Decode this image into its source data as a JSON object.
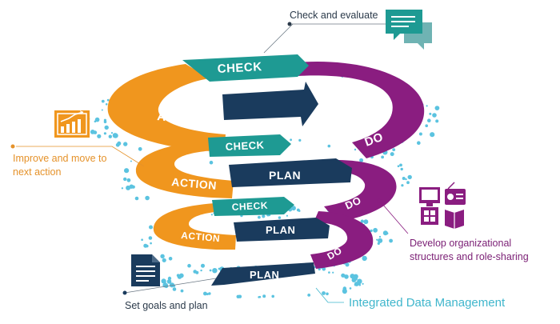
{
  "band_labels": {
    "check": "CHECK",
    "do": "DO",
    "action": "ACTION",
    "plan": "PLAN"
  },
  "captions": {
    "check_evaluate": "Check and evaluate",
    "improve_line1": "Improve and move to",
    "improve_line2": "next action",
    "develop_line1": "Develop organizational",
    "develop_line2": "structures and role-sharing",
    "set_goals": "Set goals and plan",
    "data_mgmt": "Integrated Data Management"
  },
  "colors": {
    "check": "#1e9a93",
    "do": "#8a1d80",
    "action": "#f0961e",
    "plan": "#1a3b5d",
    "dots": "#5bc3e0",
    "caption_teal": "#3fb6cc"
  },
  "icons": {
    "check": "chat-bubbles-icon",
    "action": "rising-chart-icon",
    "do": "media-devices-icon",
    "plan": "document-icon"
  }
}
